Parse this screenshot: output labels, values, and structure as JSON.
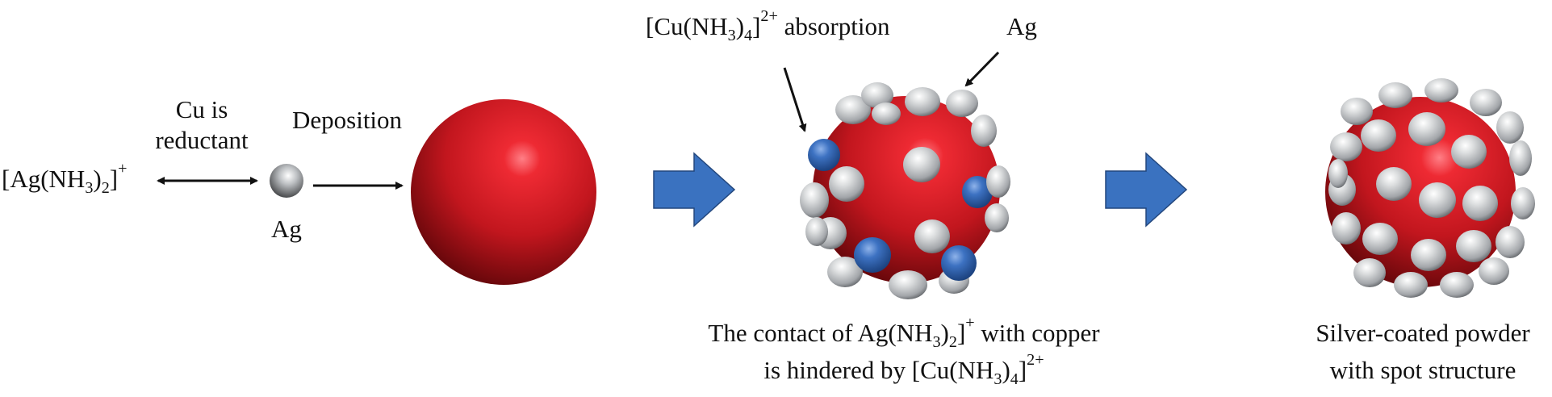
{
  "colors": {
    "copper": "#c2161e",
    "copper_dark": "#5a0508",
    "silver": "#b9bcbf",
    "silver_dark": "#55585c",
    "complex_blue": "#2f63ad",
    "block_arrow": "#3a72c0",
    "block_arrow_edge": "#23477d",
    "line": "#111111"
  },
  "icons": {
    "arrow_reaction": "double-headed-arrow-icon",
    "arrow_deposition": "right-arrow-icon",
    "arrow_step": "block-arrow-icon",
    "arrow_pointer": "pointer-arrow-icon"
  },
  "labels": {
    "ag_complex": {
      "pre": "[Ag(NH",
      "s1": "3",
      "mid": ")",
      "s2": "2",
      "post": "]",
      "sup": "+"
    },
    "cu_reductant": [
      "Cu is",
      "reductant"
    ],
    "deposition": "Deposition",
    "ag_particle": "Ag",
    "cu_absorption": {
      "pre": "[Cu(NH",
      "s1": "3",
      "mid": ")",
      "s2": "4",
      "post": "]",
      "sup": "2+",
      "tail": " absorption"
    },
    "ag_pointer": "Ag",
    "caption_middle": {
      "line1": {
        "pre": "The contact of Ag(NH",
        "s1": "3",
        "mid": ")",
        "s2": "2",
        "post": "]",
        "sup": "+",
        "tail": " with copper"
      },
      "line2": {
        "pre": "is hindered by [Cu(NH",
        "s1": "3",
        "mid": ")",
        "s2": "4",
        "post": "]",
        "sup": "2+"
      }
    },
    "caption_right": [
      "Silver-coated powder",
      "with spot structure"
    ]
  }
}
